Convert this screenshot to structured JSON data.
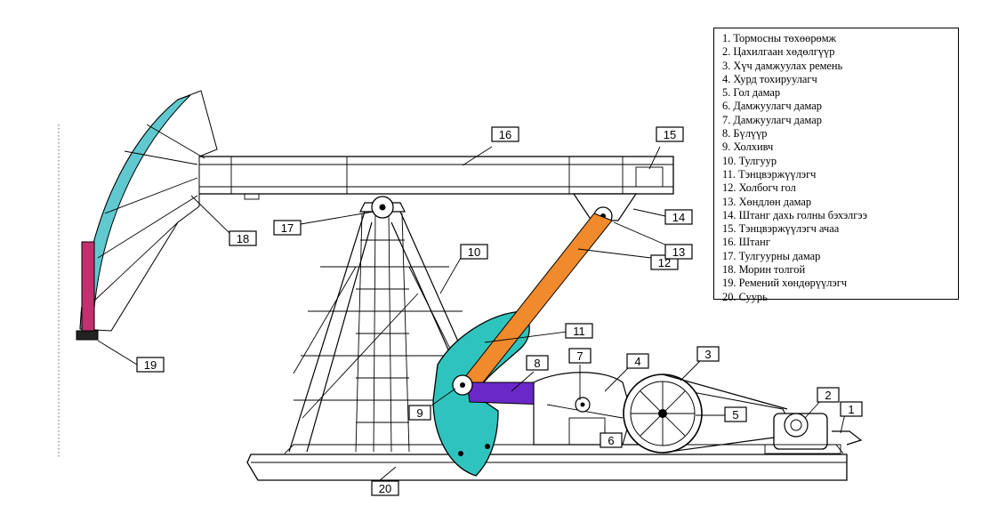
{
  "legend": {
    "items": [
      "1. Тормосны төхөөрөмж",
      "2. Цахилгаан хөдөлгүүр",
      "3. Хүч дамжуулах ремень",
      "4. Хурд тохируулагч",
      "5. Гол дамар",
      "6. Дамжуулагч дамар",
      "7. Дамжуулагч дамар",
      "8. Бүлүүр",
      "9. Холхивч",
      "10. Тулгуур",
      "11. Тэнцвэржүүлэгч",
      "12. Холбогч гол",
      "13. Хөндлөн дамар",
      "14. Штанг дахь голны бэхэлгээ",
      "15. Тэнцвэржүүлэгч ачаа",
      "16. Штанг",
      "17. Тулгуурны дамар",
      "18. Морин толгой",
      "19. Ремений хөндөрүүлэгч",
      "20. Суурь"
    ]
  },
  "callouts": {
    "c1": "1",
    "c2": "2",
    "c3": "3",
    "c4": "4",
    "c5": "5",
    "c6": "6",
    "c7": "7",
    "c8": "8",
    "c9": "9",
    "c10": "10",
    "c11": "11",
    "c12": "12",
    "c13": "13",
    "c14": "14",
    "c15": "15",
    "c16": "16",
    "c17": "17",
    "c18": "18",
    "c19": "19",
    "c20": "20"
  },
  "colors": {
    "horsehead": "#5fc9cf",
    "counterweight": "#2ec4bd",
    "connecting_rod": "#f08a2c",
    "crank": "#6a28c8",
    "polished_rod": "#c2306e",
    "outline": "#000000"
  }
}
